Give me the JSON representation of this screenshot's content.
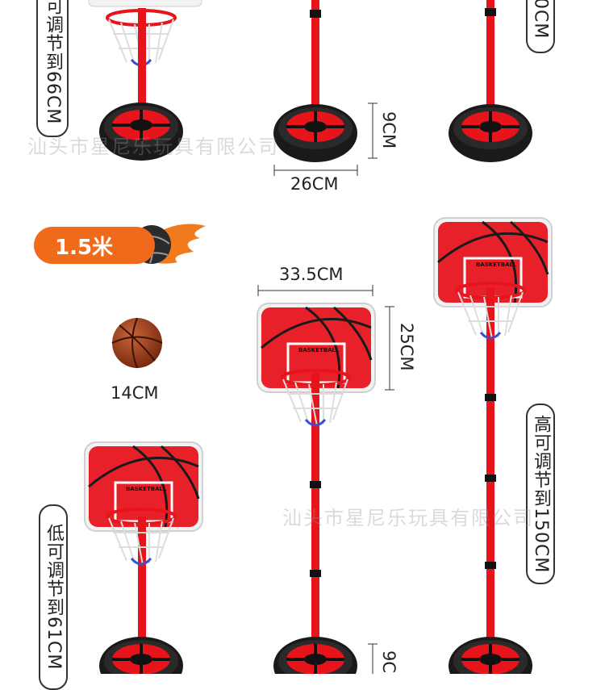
{
  "labels": {
    "top_left_range": "可调节到66CM",
    "top_right_range": "0CM",
    "high_range": "高可调节到150CM",
    "low_range": "低可调节到61CM",
    "badge": "1.5米",
    "base_width": "26CM",
    "base_height_top": "9CM",
    "base_height_bottom": "9C",
    "board_width": "33.5CM",
    "board_height": "25CM",
    "ball_size": "14CM",
    "board_text": "BASKETBALL"
  },
  "watermark": {
    "text": "汕头市星尼乐玩具有限公司"
  },
  "colors": {
    "pole": "#e8141c",
    "board": "#e8202a",
    "badge": "#ef6a1a",
    "flame": "#f07a1c",
    "tire": "#1a1a1a"
  }
}
